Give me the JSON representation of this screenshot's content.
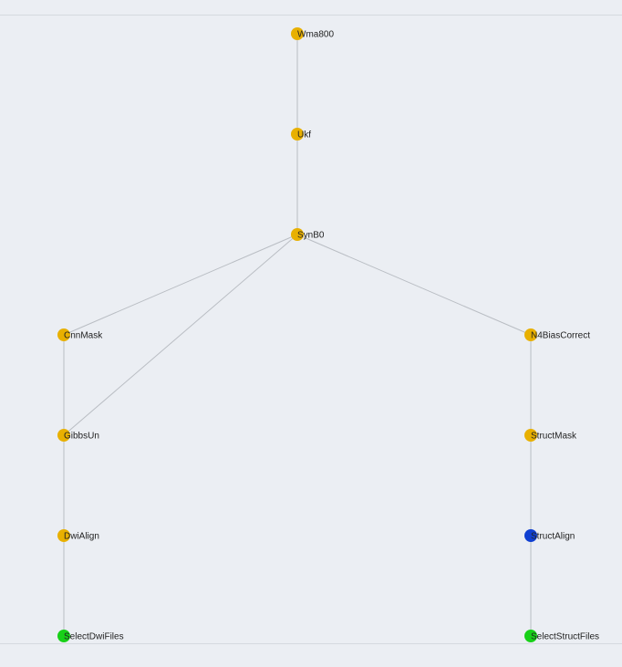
{
  "colors": {
    "background": "#ebeef3",
    "edge": "#b9bdc3",
    "status_pending": "#e8b000",
    "status_running": "#0f3fd1",
    "status_done": "#18d018"
  },
  "graph": {
    "nodes": [
      {
        "id": "wma800",
        "label": "Wma800",
        "status": "pending"
      },
      {
        "id": "ukf",
        "label": "Ukf",
        "status": "pending"
      },
      {
        "id": "synb0",
        "label": "SynB0",
        "status": "pending"
      },
      {
        "id": "cnnmask",
        "label": "CnnMask",
        "status": "pending"
      },
      {
        "id": "n4biascorrect",
        "label": "N4BiasCorrect",
        "status": "pending"
      },
      {
        "id": "gibbsun",
        "label": "GibbsUn",
        "status": "pending"
      },
      {
        "id": "structmask",
        "label": "StructMask",
        "status": "pending"
      },
      {
        "id": "dwialign",
        "label": "DwiAlign",
        "status": "pending"
      },
      {
        "id": "structalign",
        "label": "StructAlign",
        "status": "running"
      },
      {
        "id": "selectdwifiles",
        "label": "SelectDwiFiles",
        "status": "done"
      },
      {
        "id": "selectstructfiles",
        "label": "SelectStructFiles",
        "status": "done"
      }
    ],
    "edges": [
      {
        "from": "wma800",
        "to": "ukf"
      },
      {
        "from": "ukf",
        "to": "synb0"
      },
      {
        "from": "synb0",
        "to": "cnnmask"
      },
      {
        "from": "synb0",
        "to": "gibbsun"
      },
      {
        "from": "synb0",
        "to": "n4biascorrect"
      },
      {
        "from": "cnnmask",
        "to": "gibbsun"
      },
      {
        "from": "gibbsun",
        "to": "dwialign"
      },
      {
        "from": "dwialign",
        "to": "selectdwifiles"
      },
      {
        "from": "n4biascorrect",
        "to": "structmask"
      },
      {
        "from": "structmask",
        "to": "structalign"
      },
      {
        "from": "structalign",
        "to": "selectstructfiles"
      }
    ]
  }
}
